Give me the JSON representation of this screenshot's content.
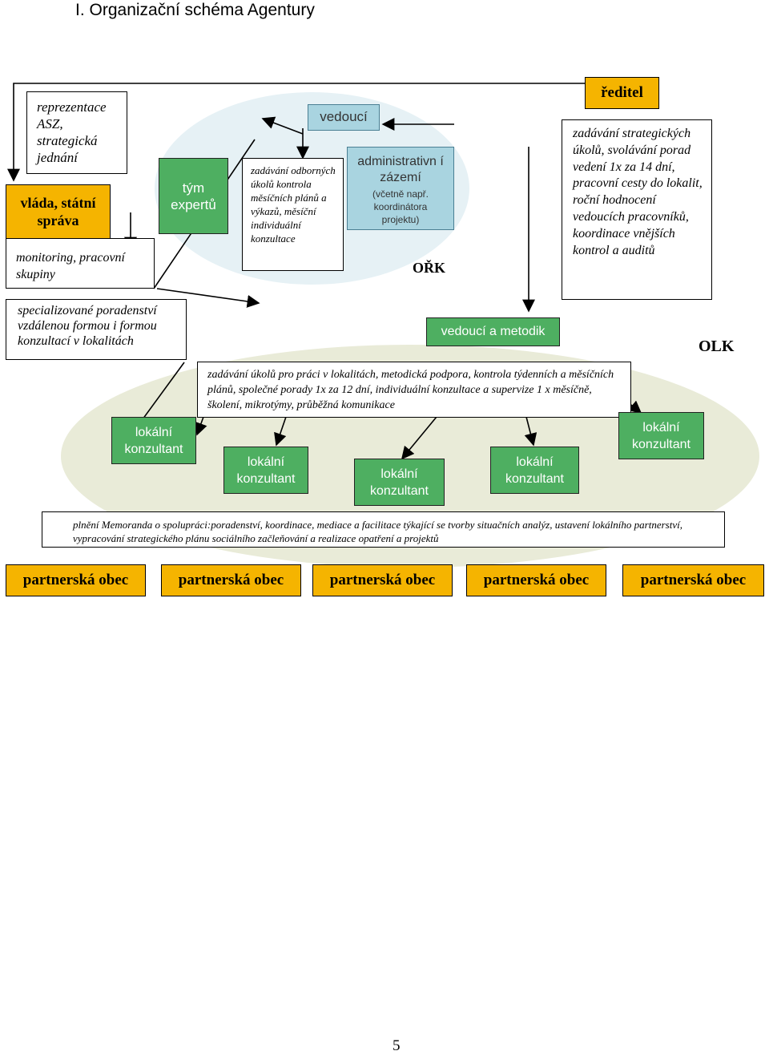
{
  "page": {
    "title": "I. Organizační schéma Agentury",
    "page_number": "5"
  },
  "left": {
    "representation": "reprezentace ASZ, strategická jednání",
    "government": "vláda, státní správa",
    "monitoring": "monitoring, pracovní skupiny",
    "specialized": "specializované poradenství vzdálenou formou i formou konzultací v lokalitách"
  },
  "center": {
    "team": "tým expertů",
    "tasks": "zadávání odborných úkolů kontrola měsíčních plánů a výkazů, měsíční individuální konzultace",
    "head": "vedoucí",
    "admin_title": "administrativn í zázemí",
    "admin_sub": "(včetně např. koordinátora projektu)",
    "ork": "OŘK"
  },
  "right": {
    "director": "ředitel",
    "director_tasks": "zadávání strategických úkolů, svolávání porad vedení 1x za 14 dní, pracovní cesty do lokalit, roční hodnocení vedoucích pracovníků, koordinace vnějších kontrol a auditů"
  },
  "olk": {
    "label": "OLK",
    "head": "vedoucí a metodik",
    "tasks": "zadávání úkolů pro práci v lokalitách, metodická podpora, kontrola týdenních a měsíčních plánů, společné porady 1x za 12 dní, individuální konzultace a supervize 1 x měsíčně, školení, mikrotýmy, průběžná komunikace",
    "consultants": [
      "lokální konzultant",
      "lokální konzultant",
      "lokální konzultant",
      "lokální konzultant",
      "lokální konzultant"
    ]
  },
  "memorandum": "plnění Memoranda o spolupráci:poradenství, koordinace, mediace a facilitace týkající se tvorby situačních analýz, ustavení lokálního partnerství, vypracování strategického plánu sociálního začleňování a realizace opatření a projektů",
  "municipalities": [
    "partnerská obec",
    "partnerská obec",
    "partnerská obec",
    "partnerská obec",
    "partnerská obec"
  ],
  "colors": {
    "green": "#4eaf61",
    "orange": "#f5b400",
    "blue_box": "#a9d4e0",
    "ellipse_top": "#e6f1f5",
    "ellipse_bottom": "#e9ebd8"
  }
}
